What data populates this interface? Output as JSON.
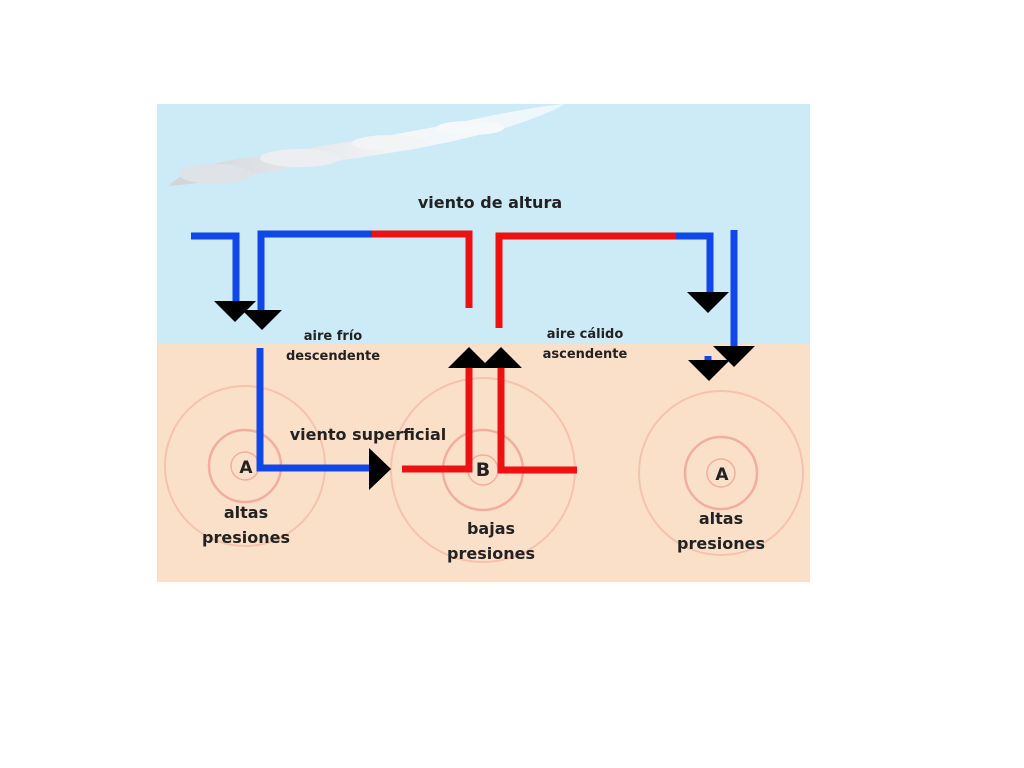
{
  "colors": {
    "sky": "#cdeaf7",
    "ground": "#fbe0c9",
    "cold_air": "#1047e6",
    "warm_air": "#ee1111",
    "arrowhead": "#000000",
    "pressure_rings": "#f1a79a"
  },
  "labels": {
    "upper_wind": "viento de altura",
    "cold_air_line1": "aire frío",
    "cold_air_line2": "descendente",
    "warm_air_line1": "aire cálido",
    "warm_air_line2": "ascendente",
    "surface_wind": "viento superficial"
  },
  "pressure_centers": [
    {
      "symbol": "A",
      "line1": "altas",
      "line2": "presiones"
    },
    {
      "symbol": "B",
      "line1": "bajas",
      "line2": "presiones"
    },
    {
      "symbol": "A",
      "line1": "altas",
      "line2": "presiones"
    }
  ],
  "icons": {
    "cloud": "cloud-icon",
    "arrowhead": "triangle-arrow-icon"
  }
}
